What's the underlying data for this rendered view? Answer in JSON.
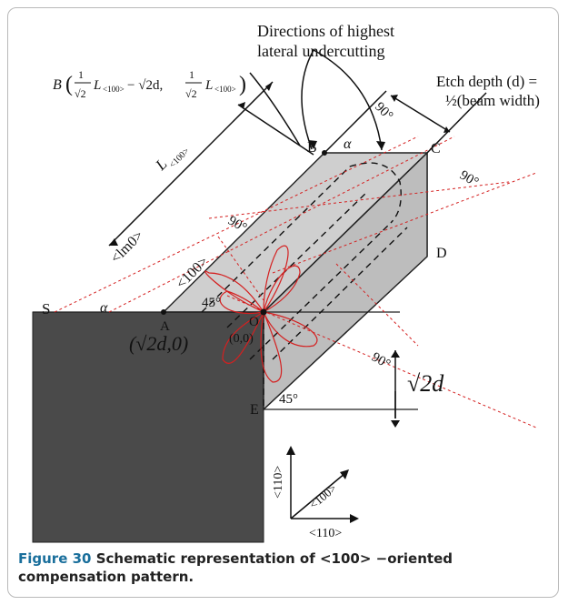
{
  "figure": {
    "labels": {
      "directions": [
        "Directions of highest",
        "lateral undercutting"
      ],
      "etch_depth": [
        "Etch depth (d) =",
        "½(beam width)"
      ],
      "point_b_letter": "B",
      "point_b_coord_x_pre": "1",
      "point_b_coord_x_mid": "L",
      "point_b_coord_x_sub": "<100>",
      "point_b_coord_x_post": "− √2d,",
      "point_b_coord_y_sub": "<100>",
      "sqrt2": "√2",
      "l100": "L",
      "l100_sub": "<100>",
      "lm0": "<lm0>",
      "dir100": "<100>",
      "angle45_a": "45°",
      "angle45_b": "45°",
      "angle90_1": "90°",
      "angle90_2": "90°",
      "angle90_3": "90°",
      "angle90_4": "90°",
      "alpha_top": "α",
      "alpha_left": "α",
      "S": "S",
      "A": "A",
      "B": "B",
      "C": "C",
      "D": "D",
      "E": "E",
      "O": "O",
      "origin": "(0,0)",
      "a_coord": "(√2d,0)",
      "sqrt2d": "√2d",
      "axis_v": "<110>",
      "axis_h": "<110>",
      "axis_diag": "<100>"
    },
    "colors": {
      "substrate": "#4a4a4a",
      "beam_face": "#c8c8c8",
      "red": "#d42020"
    }
  },
  "caption": {
    "label": "Figure 30",
    "text": "Schematic representation of <100> −oriented compensation pattern."
  }
}
